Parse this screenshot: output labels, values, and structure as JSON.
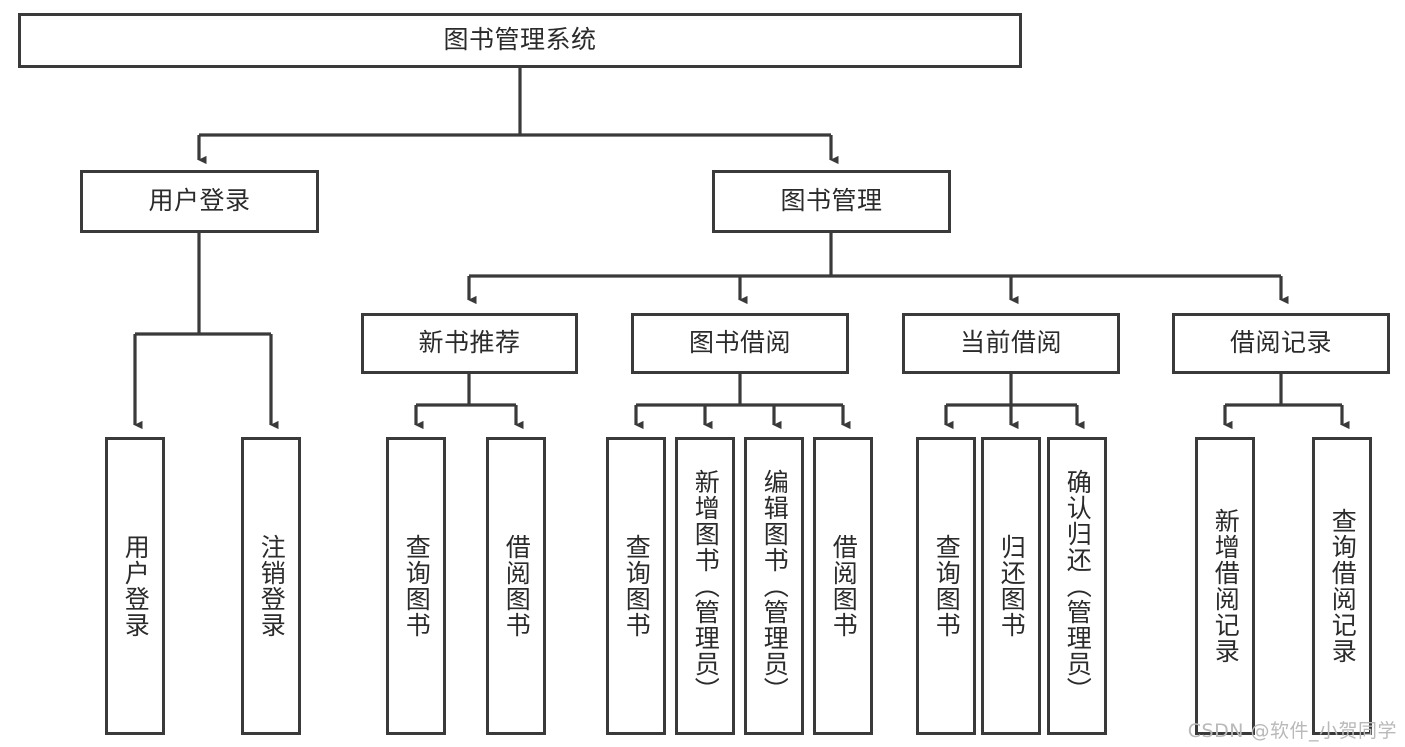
{
  "diagram": {
    "type": "tree",
    "title": "图书管理系统",
    "root": {
      "id": "root",
      "label": "图书管理系统",
      "orientation": "horizontal"
    },
    "level1": [
      {
        "id": "user-login",
        "label": "用户登录",
        "orientation": "horizontal"
      },
      {
        "id": "book-management",
        "label": "图书管理",
        "orientation": "horizontal"
      }
    ],
    "level2": [
      {
        "id": "new-book-recommend",
        "label": "新书推荐",
        "orientation": "horizontal",
        "parent": "book-management"
      },
      {
        "id": "book-borrow",
        "label": "图书借阅",
        "orientation": "horizontal",
        "parent": "book-management"
      },
      {
        "id": "current-borrow",
        "label": "当前借阅",
        "orientation": "horizontal",
        "parent": "book-management"
      },
      {
        "id": "borrow-record",
        "label": "借阅记录",
        "orientation": "horizontal",
        "parent": "book-management"
      }
    ],
    "leaves": [
      {
        "id": "leaf-user-login",
        "label": "用户登录",
        "orientation": "vertical",
        "parent": "user-login"
      },
      {
        "id": "leaf-user-logout",
        "label": "注销登录",
        "orientation": "vertical",
        "parent": "user-login"
      },
      {
        "id": "leaf-query-book-1",
        "label": "查询图书",
        "orientation": "vertical",
        "parent": "new-book-recommend"
      },
      {
        "id": "leaf-borrow-book-1",
        "label": "借阅图书",
        "orientation": "vertical",
        "parent": "new-book-recommend"
      },
      {
        "id": "leaf-query-book-2",
        "label": "查询图书",
        "orientation": "vertical",
        "parent": "book-borrow"
      },
      {
        "id": "leaf-add-book",
        "label": "新增图书（管理员）",
        "orientation": "vertical",
        "parent": "book-borrow"
      },
      {
        "id": "leaf-edit-book",
        "label": "编辑图书（管理员）",
        "orientation": "vertical",
        "parent": "book-borrow"
      },
      {
        "id": "leaf-borrow-book-2",
        "label": "借阅图书",
        "orientation": "vertical",
        "parent": "book-borrow"
      },
      {
        "id": "leaf-query-book-3",
        "label": "查询图书",
        "orientation": "vertical",
        "parent": "current-borrow"
      },
      {
        "id": "leaf-return-book",
        "label": "归还图书",
        "orientation": "vertical",
        "parent": "current-borrow"
      },
      {
        "id": "leaf-confirm-return",
        "label": "确认归还（管理员）",
        "orientation": "vertical",
        "parent": "current-borrow"
      },
      {
        "id": "leaf-add-record",
        "label": "新增借阅记录",
        "orientation": "vertical",
        "parent": "borrow-record"
      },
      {
        "id": "leaf-query-record",
        "label": "查询借阅记录",
        "orientation": "vertical",
        "parent": "borrow-record"
      }
    ],
    "colors": {
      "background": "#ffffff",
      "box_border": "#3a3a3a",
      "box_fill": "#ffffff",
      "connector": "#3a3a3a",
      "text": "#2b2b2b",
      "watermark": "#b9b9b9"
    }
  },
  "watermark": {
    "text": "CSDN @软件_小贺同学"
  }
}
